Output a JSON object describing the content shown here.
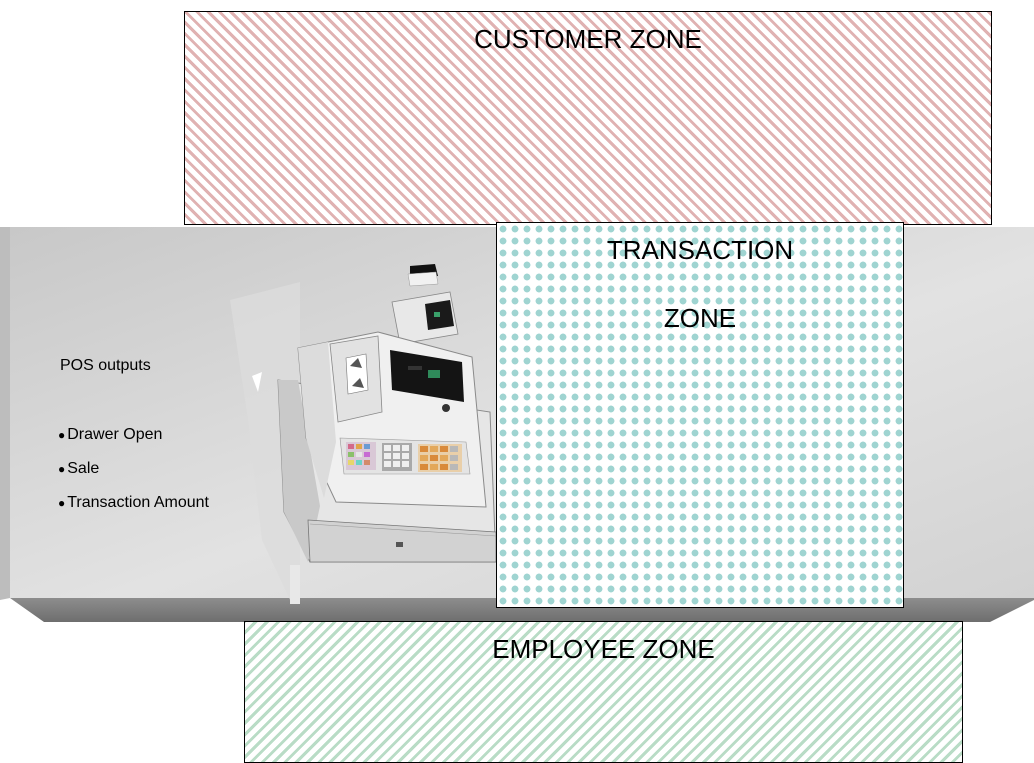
{
  "zones": {
    "customer": "CUSTOMER ZONE",
    "transaction_line1": "TRANSACTION",
    "transaction_line2": "ZONE",
    "employee": "EMPLOYEE ZONE"
  },
  "pos_outputs": {
    "title": "POS outputs",
    "items": [
      "Drawer Open",
      "Sale",
      "Transaction Amount"
    ]
  },
  "colors": {
    "customer_hatch": "#e0b2b2",
    "employee_hatch": "#b9dcc6",
    "transaction_pattern": "#9fd4d1",
    "counter_gray": "#cfcfcf"
  },
  "icons": {
    "register": "cash-register-icon"
  }
}
